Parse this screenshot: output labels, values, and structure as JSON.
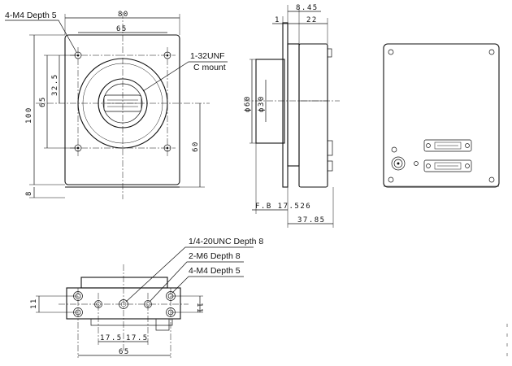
{
  "front_view": {
    "dims": {
      "width_80": "80",
      "width_65": "65",
      "height_100": "100",
      "height_65": "65",
      "d_32_5": "32.5",
      "d_60": "60",
      "d_8": "8"
    },
    "notes": {
      "holes": "4-M4 Depth 5",
      "mount_line1": "1-32UNF",
      "mount_line2": "C mount"
    }
  },
  "side_view": {
    "dims": {
      "d_1": "1",
      "d_8_45": "8.45",
      "d_22": "22",
      "phi_60": "ϕ60",
      "phi_30": "ϕ30",
      "fb": "F.B 17.526",
      "d_37_85": "37.85"
    }
  },
  "bottom_view": {
    "dims": {
      "d_11_left": "11",
      "d_11_right": "11",
      "d_17_5_a": "17.5",
      "d_17_5_b": "17.5",
      "d_65": "65"
    },
    "notes": {
      "tripod": "1/4-20UNC Depth 8",
      "m6": "2-M6 Depth 8",
      "m4": "4-M4 Depth 5"
    }
  },
  "colors": {
    "line": "#111111",
    "background": "#ffffff"
  }
}
